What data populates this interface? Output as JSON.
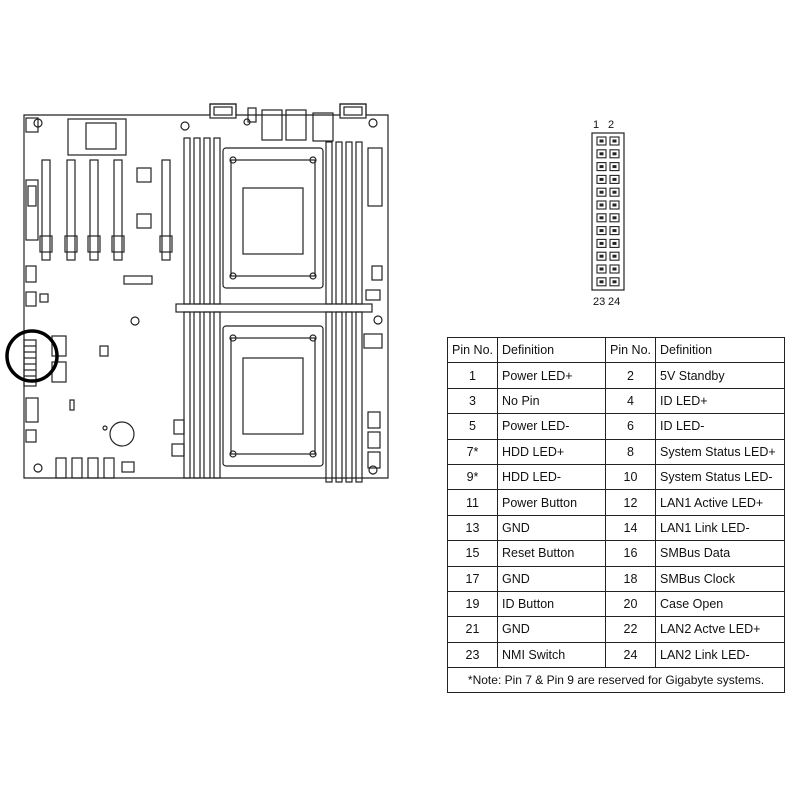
{
  "header_diagram": {
    "top_labels": [
      "1",
      "2"
    ],
    "bottom_labels": [
      "23",
      "24"
    ],
    "pin_rows": 12
  },
  "pin_table": {
    "headers": [
      "Pin No.",
      "Definition",
      "Pin No.",
      "Definition"
    ],
    "rows": [
      [
        "1",
        "Power LED+",
        "2",
        "5V Standby"
      ],
      [
        "3",
        "No Pin",
        "4",
        "ID LED+"
      ],
      [
        "5",
        "Power LED-",
        "6",
        "ID LED-"
      ],
      [
        "7*",
        "HDD LED+",
        "8",
        "System Status LED+"
      ],
      [
        "9*",
        "HDD LED-",
        "10",
        "System Status LED-"
      ],
      [
        "11",
        "Power Button",
        "12",
        "LAN1 Active LED+"
      ],
      [
        "13",
        "GND",
        "14",
        "LAN1 Link LED-"
      ],
      [
        "15",
        "Reset Button",
        "16",
        "SMBus Data"
      ],
      [
        "17",
        "GND",
        "18",
        "SMBus Clock"
      ],
      [
        "19",
        "ID Button",
        "20",
        "Case Open"
      ],
      [
        "21",
        "GND",
        "22",
        "LAN2 Actve LED+"
      ],
      [
        "23",
        "NMI Switch",
        "24",
        "LAN2 Link LED-"
      ]
    ],
    "note": "*Note: Pin 7 & Pin 9 are reserved for Gigabyte systems."
  }
}
